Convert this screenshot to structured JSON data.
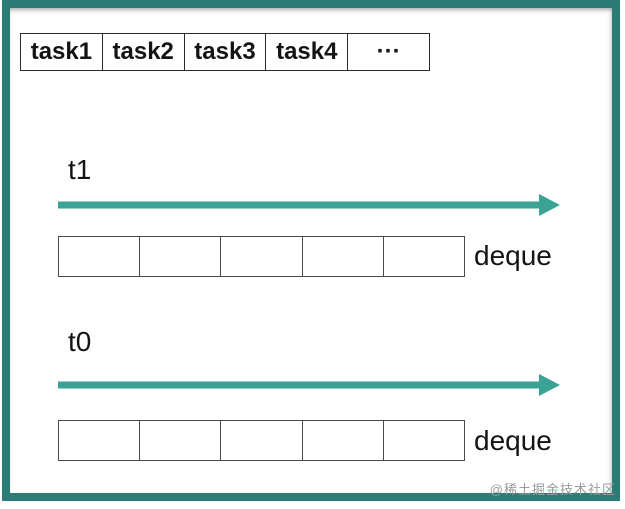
{
  "queue": {
    "cells": [
      "task1",
      "task2",
      "task3",
      "task4",
      "···"
    ]
  },
  "threads": [
    {
      "label": "t1",
      "deque_label": "deque"
    },
    {
      "label": "t0",
      "deque_label": "deque"
    }
  ],
  "watermark": "@稀土掘金技术社区",
  "colors": {
    "frame": "#2b7c77",
    "arrow": "#3aa396",
    "text": "#141414",
    "cell_border": "#4a4a4a",
    "watermark": "#9b9b9b"
  }
}
